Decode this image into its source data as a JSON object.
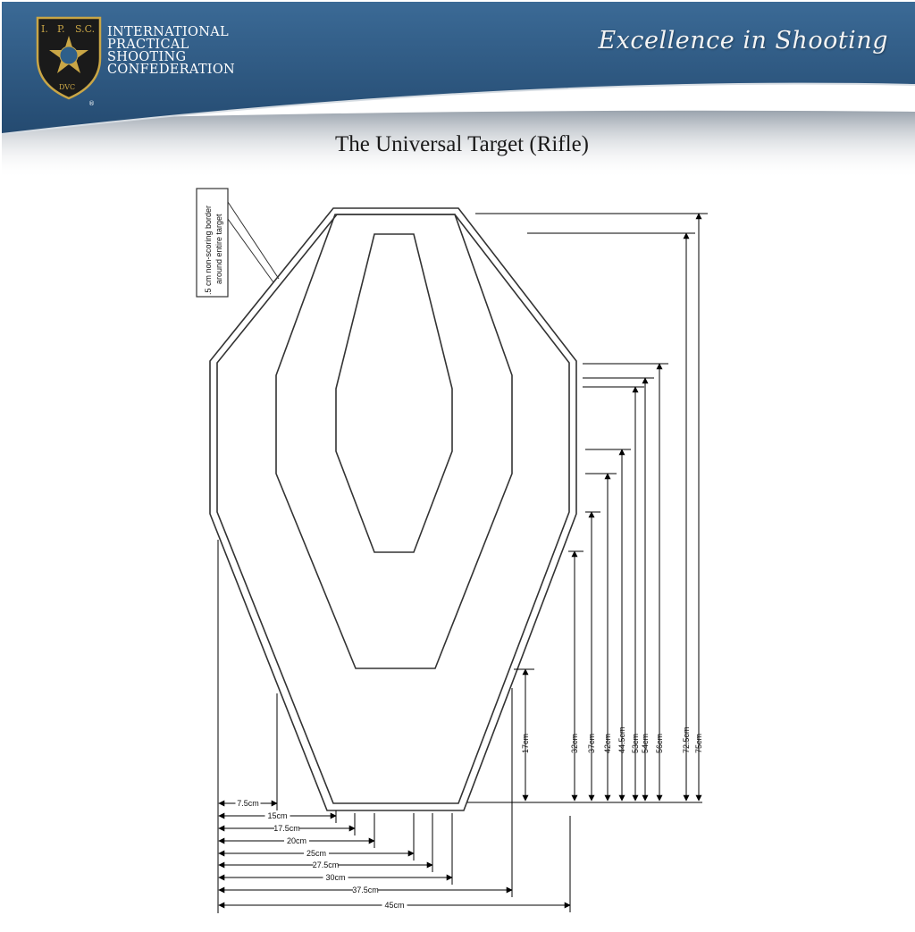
{
  "header": {
    "logo_initials": [
      "I.",
      "P.",
      "S.C."
    ],
    "logo_monogram": "DVC",
    "logo_registered": "®",
    "org_name_lines": [
      "INTERNATIONAL",
      "PRACTICAL",
      "SHOOTING",
      "CONFEDERATION"
    ],
    "tagline": "Excellence in Shooting",
    "colors": {
      "banner": "#2f5a84",
      "gold": "#c9a646"
    }
  },
  "title": "The Universal Target (Rifle)",
  "callout": {
    "line1": ".5 cm non-scoring border",
    "line2": "around entire target"
  },
  "height_labels": [
    "17cm",
    "32cm",
    "37cm",
    "42cm",
    "44.5cm",
    "53cm",
    "54cm",
    "56cm",
    "72.5cm",
    "75cm"
  ],
  "width_labels": [
    "7.5cm",
    "15cm",
    "17.5cm",
    "20cm",
    "25cm",
    "27.5cm",
    "30cm",
    "37.5cm",
    "45cm"
  ]
}
